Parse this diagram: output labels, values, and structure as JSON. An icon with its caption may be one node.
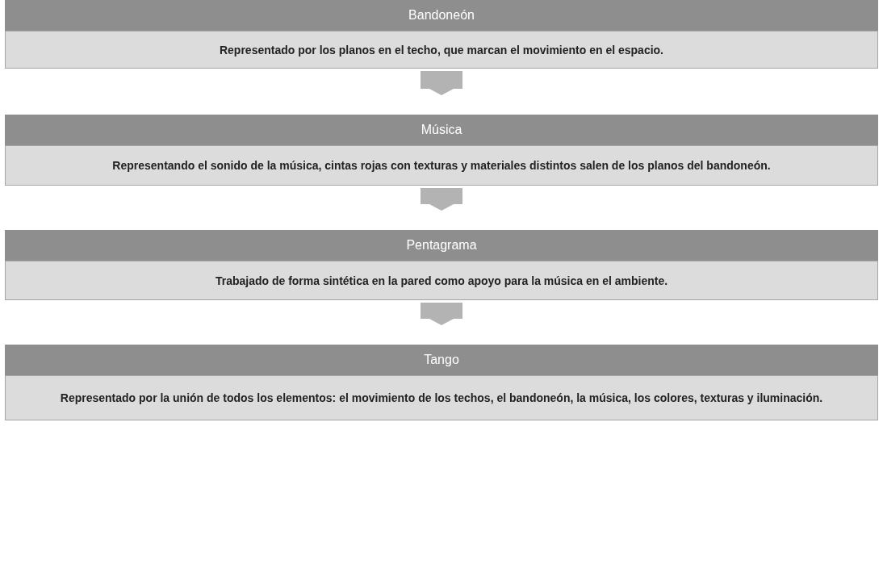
{
  "diagram": {
    "nodes": [
      {
        "text": [
          "Bandoneón",
          "Representado por los planos en el techo, que marcan el movimiento en el espacio."
        ]
      },
      {
        "text": [
          "Música",
          "Representando el sonido de la música, cintas rojas con texturas y materiales distintos salen de los planos del bandoneón."
        ]
      },
      {
        "text": [
          "Pentagrama",
          "Trabajado de forma sintética en la pared como apoyo para la música en el ambiente."
        ]
      },
      {
        "text": [
          "Tango",
          "Representado por la unión de todos los elementos: el movimiento de los techos, el bandoneón, la música, los colores, texturas y iluminación."
        ]
      }
    ],
    "edges": [
      {
        "from": 0,
        "to": 1,
        "arrow": "to"
      },
      {
        "from": 1,
        "to": 2,
        "arrow": "to"
      },
      {
        "from": 2,
        "to": 3,
        "arrow": "to"
      }
    ]
  }
}
